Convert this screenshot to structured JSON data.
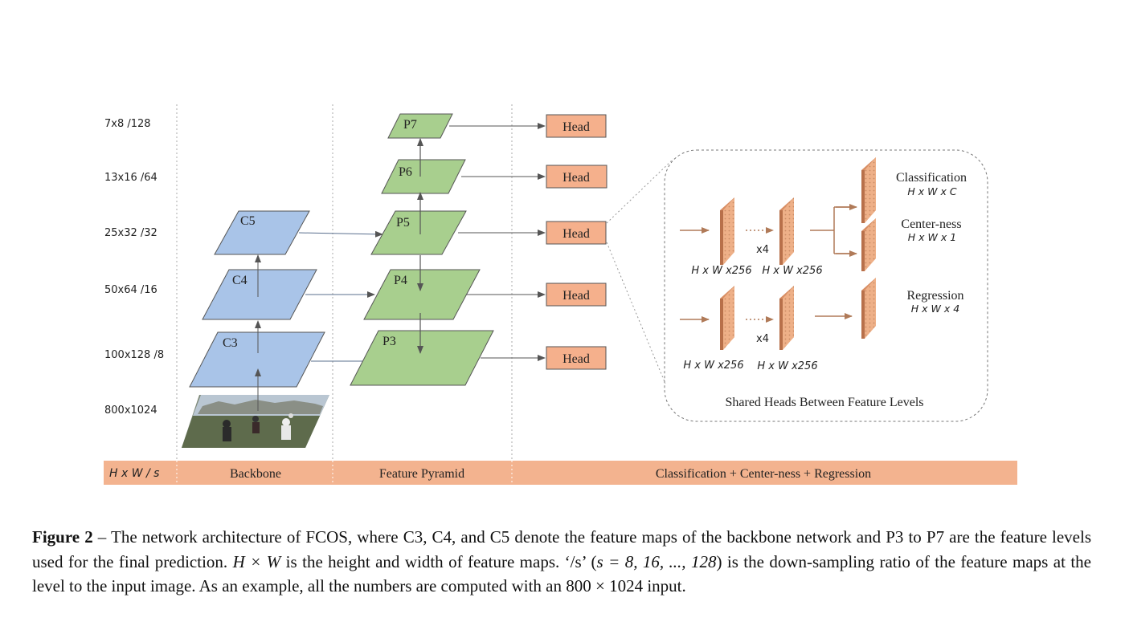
{
  "figure": {
    "scales": [
      "7x8  /128",
      "13x16  /64",
      "25x32  /32",
      "50x64  /16",
      "100x128  /8",
      "800x1024"
    ],
    "backbone_levels": [
      "C3",
      "C4",
      "C5"
    ],
    "pyramid_levels": [
      "P3",
      "P4",
      "P5",
      "P6",
      "P7"
    ],
    "head_label": "Head",
    "shared_heads": {
      "classification": "Classification",
      "classification_dims": "H x W x C",
      "centerness": "Center-ness",
      "centerness_dims": "H x W x 1",
      "regression": "Regression",
      "regression_dims": "H x W x 4",
      "feature_dims": "H x W x256",
      "repeat": "x4",
      "caption": "Shared Heads Between Feature Levels"
    },
    "bottom_bar": {
      "scale_label": "H x W  / s",
      "backbone": "Backbone",
      "feature_pyramid": "Feature Pyramid",
      "heads": "Classification + Center-ness + Regression"
    },
    "colors": {
      "backbone": "#a9c4e8",
      "pyramid": "#a8cf8e",
      "head": "#f5b08c",
      "bar": "#f3b38f",
      "edge": "#555555"
    }
  },
  "caption": {
    "label": "Figure 2",
    "dash": " – ",
    "text_1": "The network architecture of FCOS, where C3, C4, and C5 denote the feature maps of the backbone network and P3 to P7 are the feature levels used for the final prediction. ",
    "math_hw": "H × W",
    "text_2": " is the height and width of feature maps. ‘/s’ (",
    "math_s": "s = 8, 16, ..., 128",
    "text_3": ") is the down-sampling ratio of the feature maps at the level to the input image. As an example, all the numbers are computed with an ",
    "math_size": "800 × 1024",
    "text_4": " input."
  }
}
